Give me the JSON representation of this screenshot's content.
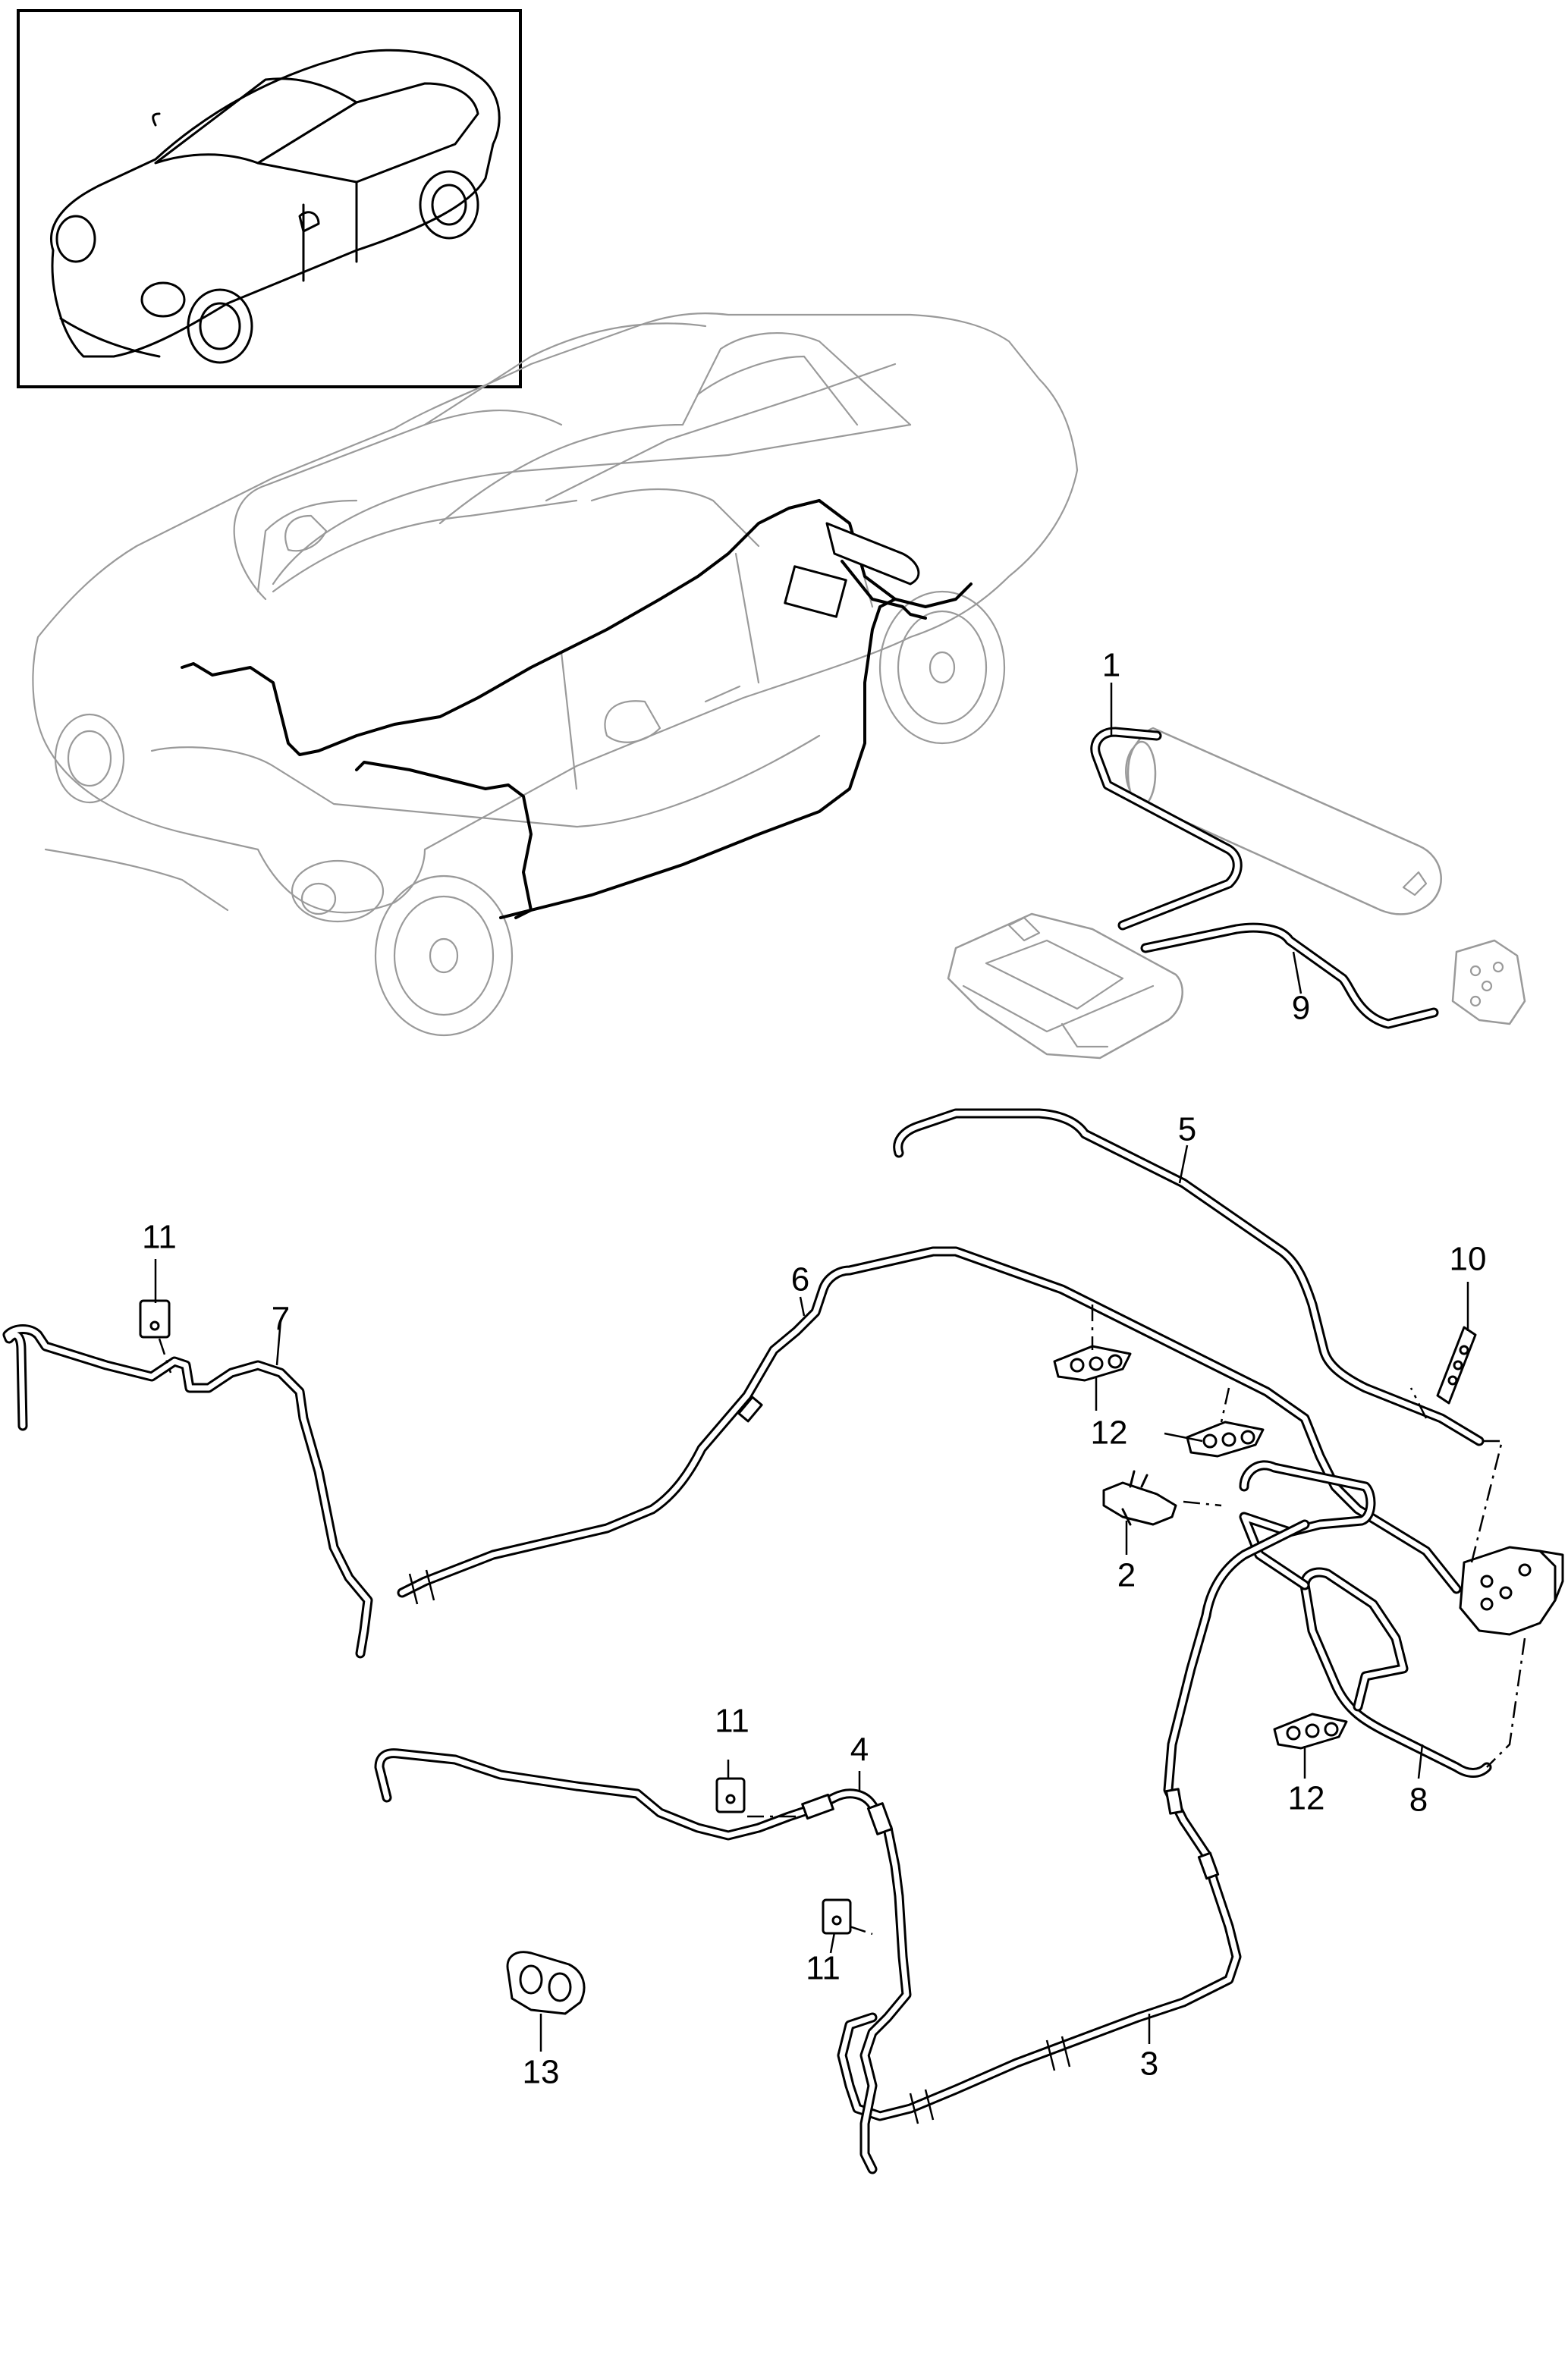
{
  "callouts": [
    {
      "id": "c1",
      "label": "1"
    },
    {
      "id": "c2",
      "label": "2"
    },
    {
      "id": "c3",
      "label": "3"
    },
    {
      "id": "c4",
      "label": "4"
    },
    {
      "id": "c5",
      "label": "5"
    },
    {
      "id": "c6",
      "label": "6"
    },
    {
      "id": "c7",
      "label": "7"
    },
    {
      "id": "c8",
      "label": "8"
    },
    {
      "id": "c9",
      "label": "9"
    },
    {
      "id": "c10",
      "label": "10"
    },
    {
      "id": "c11a",
      "label": "11"
    },
    {
      "id": "c11b",
      "label": "11"
    },
    {
      "id": "c11c",
      "label": "11"
    },
    {
      "id": "c12a",
      "label": "12"
    },
    {
      "id": "c12b",
      "label": "12"
    },
    {
      "id": "c13",
      "label": "13"
    }
  ]
}
